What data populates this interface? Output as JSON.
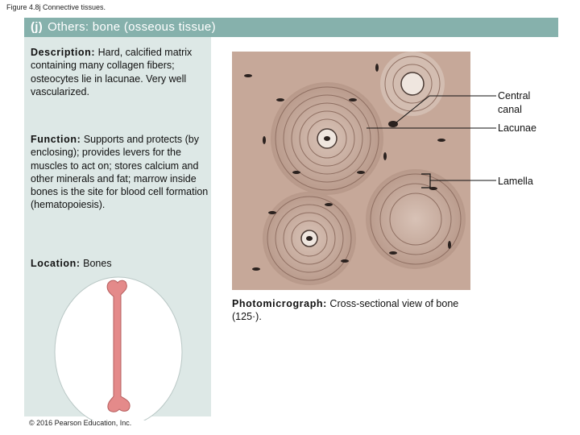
{
  "figure_caption": "Figure 4.8j Connective tissues.",
  "panel": {
    "tag": "(j)",
    "title": "Others: bone (osseous tissue)",
    "description_heading": "Description:",
    "description_text": "Hard, calcified matrix containing many collagen fibers; osteocytes lie in lacunae. Very well vascularized.",
    "function_heading": "Function:",
    "function_text": "Supports and protects (by enclosing); provides levers for the muscles to act on; stores calcium and other minerals and fat; marrow inside bones is the site for blood cell formation (hematopoiesis).",
    "location_heading": "Location:",
    "location_text": "Bones"
  },
  "micrograph": {
    "caption_heading": "Photomicrograph:",
    "caption_text": "Cross-sectional view of bone (125·).",
    "labels": {
      "central_canal": "Central canal",
      "lacunae": "Lacunae",
      "lamella": "Lamella"
    }
  },
  "copyright": "© 2016 Pearson Education, Inc.",
  "colors": {
    "header_bar": "#86b1ac",
    "left_column": "#dde8e6",
    "bone_pink": "#e48a8a",
    "micrograph_base": "#c8ada0"
  }
}
